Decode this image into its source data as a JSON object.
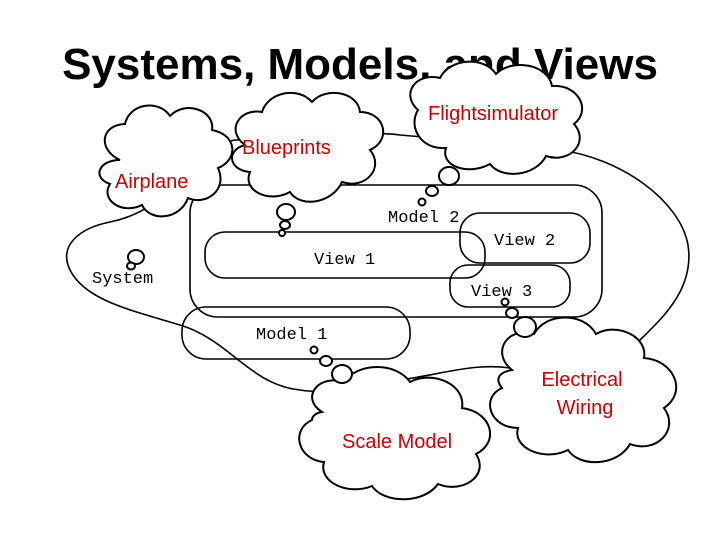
{
  "title": "Systems, Models, and Views",
  "labels": {
    "system": "System",
    "model1": "Model 1",
    "model2": "Model 2",
    "view1": "View 1",
    "view2": "View 2",
    "view3": "View 3"
  },
  "clouds": {
    "airplane": "Airplane",
    "blueprints": "Blueprints",
    "flightsimulator": "Flightsimulator",
    "electrical_line1": "Electrical",
    "electrical_line2": "Wiring",
    "scale_model": "Scale Model"
  },
  "colors": {
    "cloud_text": "#cc0000",
    "label_text": "#000000",
    "background": "#ffffff"
  }
}
